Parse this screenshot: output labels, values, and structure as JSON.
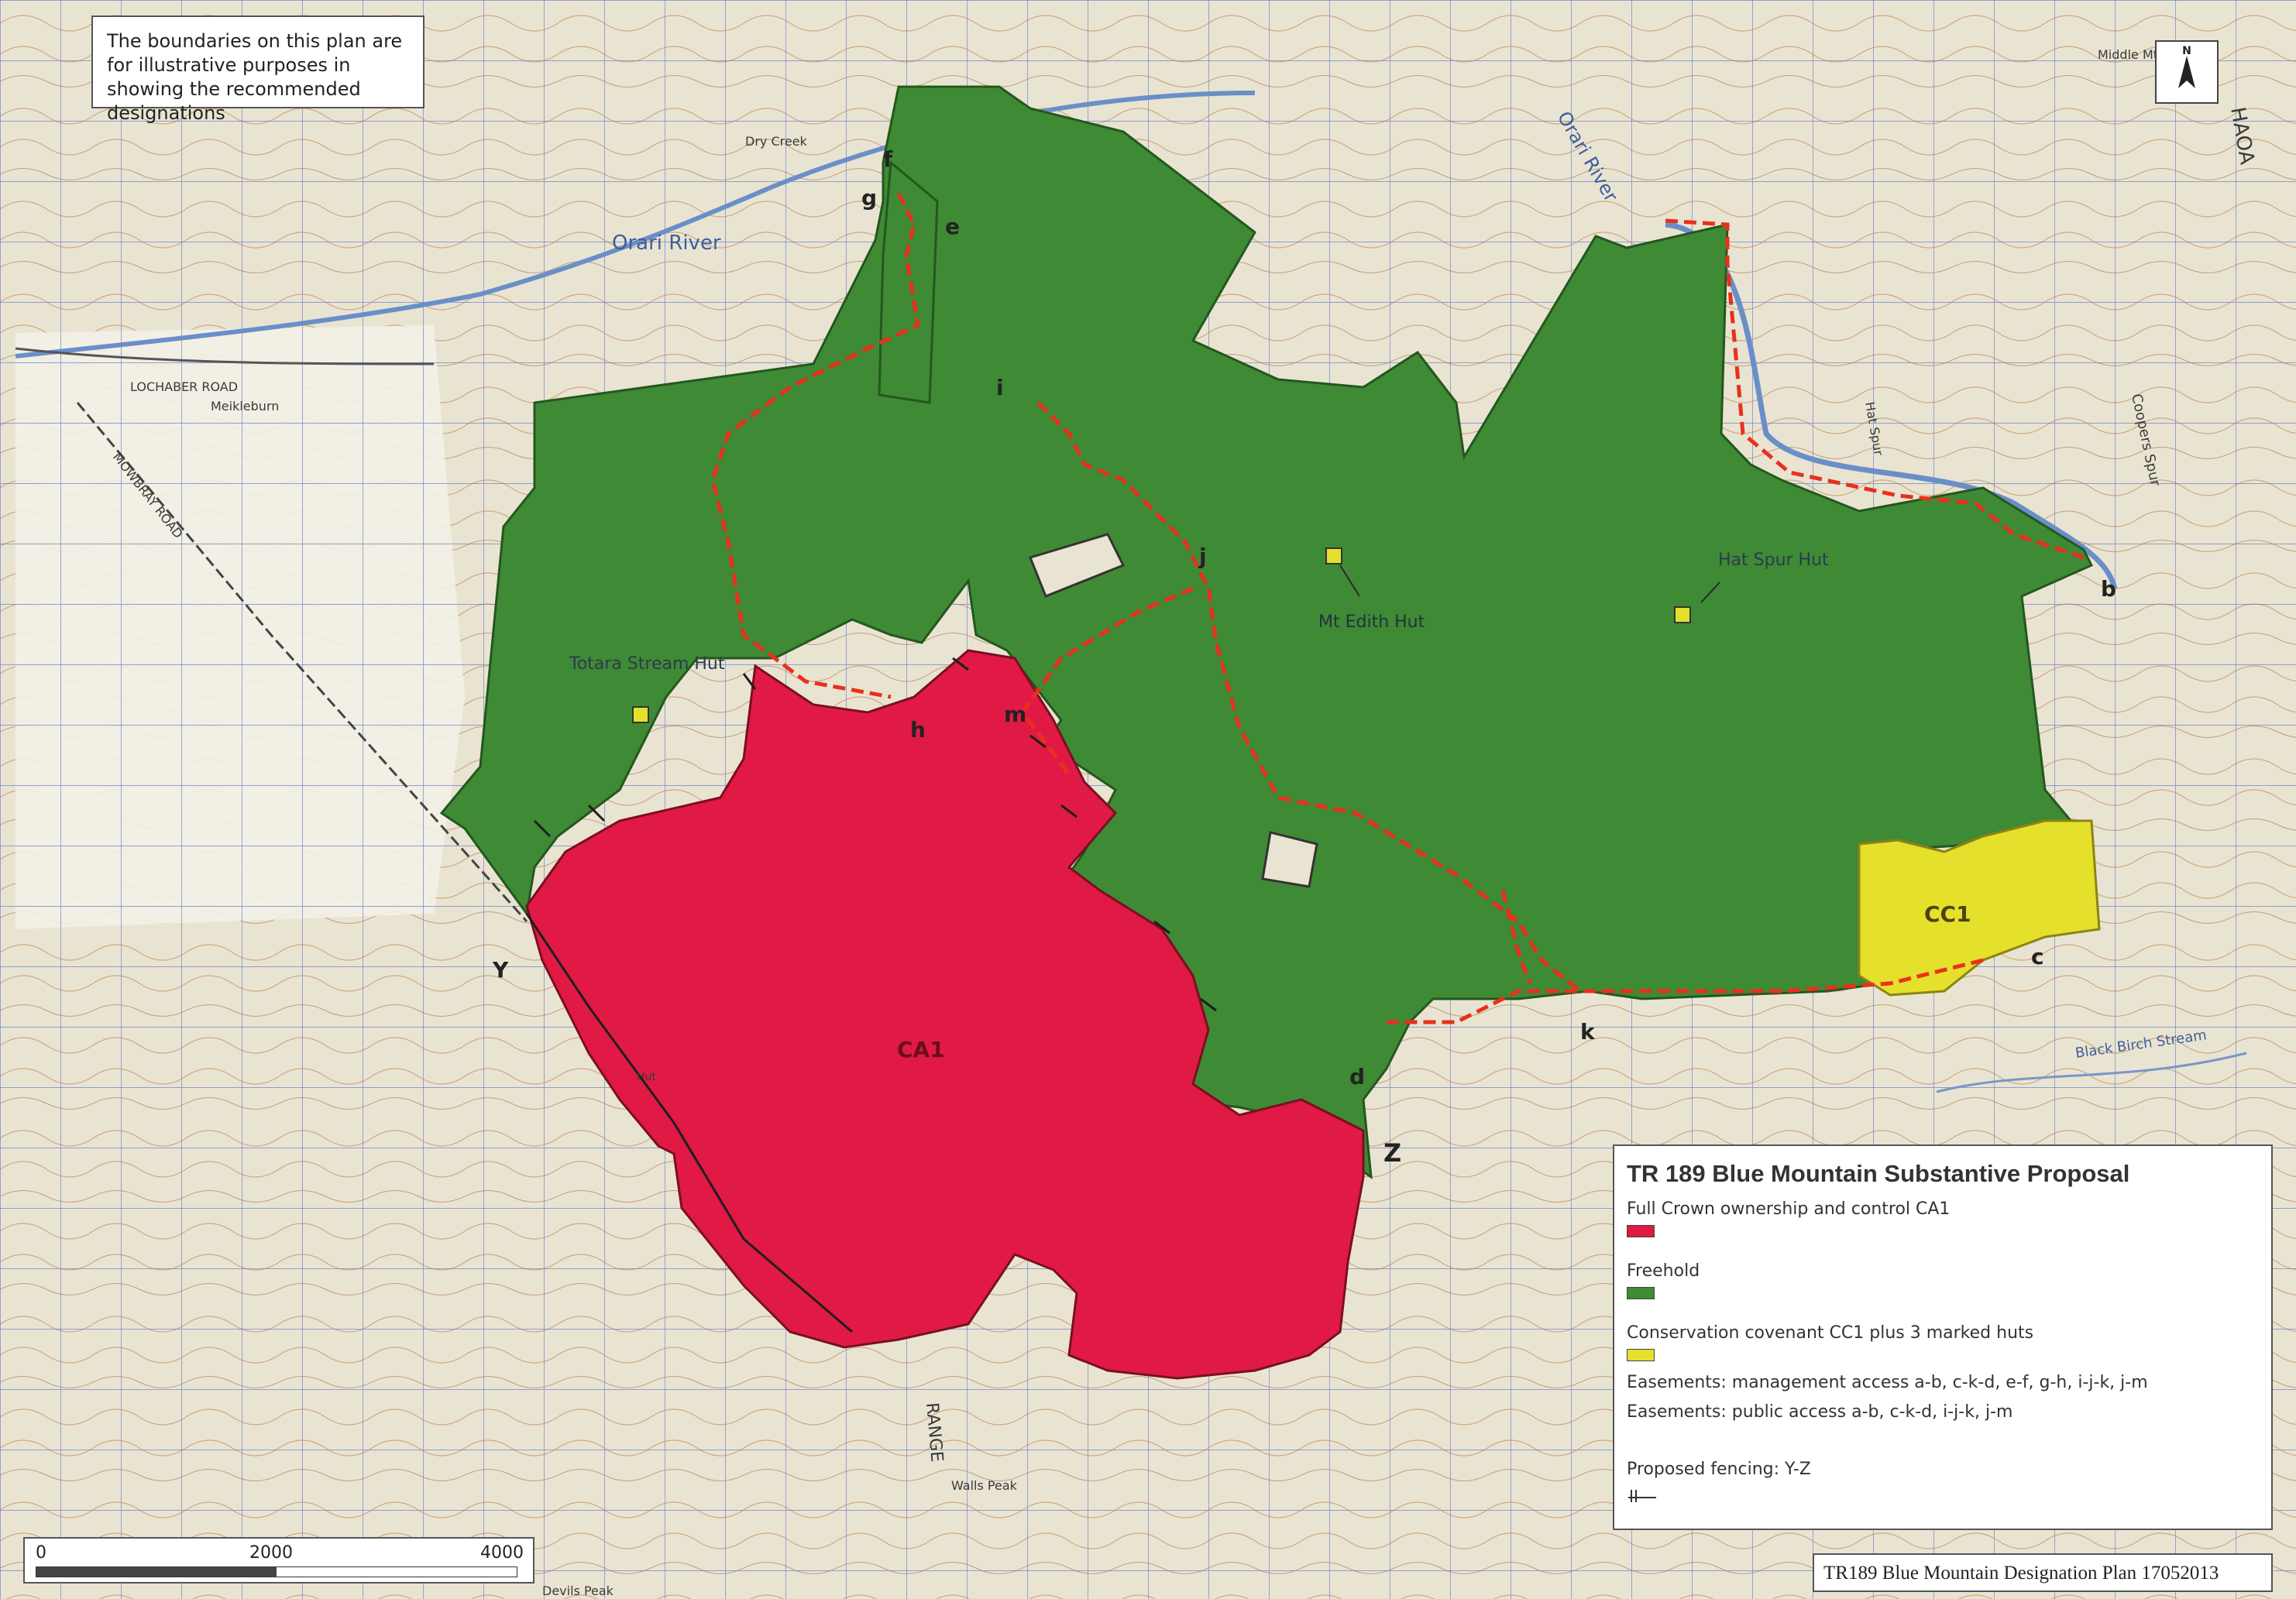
{
  "map": {
    "note": "The boundaries on this plan are for illustrative purposes in showing the recommended designations",
    "north_label": "N",
    "colors": {
      "crown_red": "#e01a45",
      "freehold_green": "#3f8a35",
      "covenant_yellow": "#e5e02b",
      "easement_line": "#e8301c",
      "topo_bg": "#e9e4d2"
    },
    "area_labels": {
      "ca1": "CA1",
      "cc1": "CC1"
    },
    "huts": [
      {
        "name": "Totara Stream Hut"
      },
      {
        "name": "Mt Edith Hut"
      },
      {
        "name": "Hat Spur Hut"
      }
    ],
    "points": {
      "b": "b",
      "c": "c",
      "d": "d",
      "e": "e",
      "f": "f",
      "g": "g",
      "h": "h",
      "i": "i",
      "j": "j",
      "k": "k",
      "m": "m",
      "y": "Y",
      "z": "Z"
    },
    "place_labels": {
      "orari_river": "Orari River",
      "orari_river_2": "Orari River",
      "lochaber_road": "LOCHABER ROAD",
      "mowbray_road": "MOWBRAY ROAD",
      "meikleburn": "Meikleburn",
      "dry_creek": "Dry Creek",
      "middle_mt": "Middle Mt",
      "range": "RANGE",
      "walls_peak": "Walls Peak",
      "devils_peak": "Devils Peak",
      "hat_spur": "Hat Spur",
      "coopers_spur": "Coopers Spur",
      "black_birch_stream": "Black Birch Stream",
      "hut": "Hut",
      "haoa": "HAOA"
    }
  },
  "legend": {
    "title": "TR 189 Blue Mountain Substantive Proposal",
    "items": [
      {
        "label": "Full Crown ownership and control CA1"
      },
      {
        "label": "Freehold"
      },
      {
        "label": "Conservation covenant CC1 plus 3 marked huts"
      }
    ],
    "easement_management": "Easements: management access a-b, c-k-d, e-f, g-h, i-j-k, j-m",
    "easement_public": "Easements: public access a-b, c-k-d, i-j-k, j-m",
    "fencing": "Proposed fencing: Y-Z"
  },
  "scale": {
    "ticks": [
      "0",
      "2000",
      "4000"
    ]
  },
  "plan_id": "TR189 Blue Mountain Designation Plan 17052013"
}
